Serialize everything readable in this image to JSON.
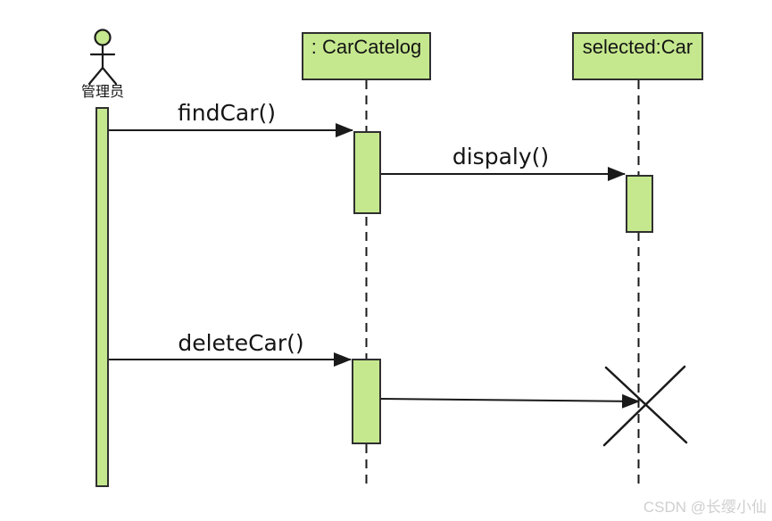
{
  "diagram": {
    "type": "uml-sequence-diagram",
    "actor": {
      "label": "管理员"
    },
    "lifelines": [
      {
        "label": ": CarCatelog"
      },
      {
        "label": "selected:Car"
      }
    ],
    "messages": [
      {
        "label": "findCar()",
        "from": "管理员",
        "to": ": CarCatelog",
        "kind": "call"
      },
      {
        "label": "dispaly()",
        "from": ": CarCatelog",
        "to": "selected:Car",
        "kind": "call"
      },
      {
        "label": "deleteCar()",
        "from": "管理员",
        "to": ": CarCatelog",
        "kind": "call"
      },
      {
        "label": "",
        "from": ": CarCatelog",
        "to": "selected:Car",
        "kind": "destroy"
      }
    ]
  },
  "watermark": "CSDN @长缨小仙",
  "colors": {
    "node-fill": "#c5e88e",
    "node-border": "#2f2f2f",
    "line": "#1a1a1a",
    "text": "#141414",
    "watermark": "#cfcfcf",
    "background": "#ffffff"
  }
}
